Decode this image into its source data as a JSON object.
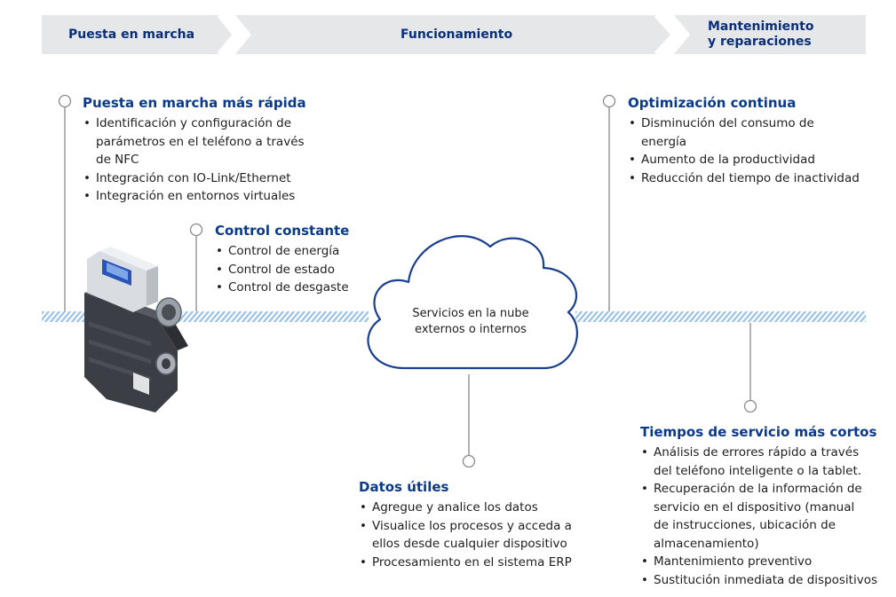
{
  "phases": [
    {
      "label": "Puesta en marcha"
    },
    {
      "label": "Funcionamiento"
    },
    {
      "label_lines": [
        "Mantenimiento",
        "y reparaciones"
      ]
    }
  ],
  "cloud": {
    "lines": [
      "Servicios en la nube",
      "externos o internos"
    ]
  },
  "blocks": {
    "rapid_startup": {
      "title": "Puesta en marcha más rápida",
      "items": [
        [
          "Identificación y configuración de",
          "parámetros en el teléfono a través",
          "de NFC"
        ],
        [
          "Integración con IO-Link/Ethernet"
        ],
        [
          "Integración en entornos virtuales"
        ]
      ]
    },
    "constant_control": {
      "title": "Control constante",
      "items": [
        [
          "Control de energía"
        ],
        [
          "Control de estado"
        ],
        [
          "Control de desgaste"
        ]
      ]
    },
    "continuous_optimization": {
      "title": "Optimización continua",
      "items": [
        [
          "Disminución del consumo de",
          "energía"
        ],
        [
          "Aumento de la productividad"
        ],
        [
          "Reducción del tiempo de inactividad"
        ]
      ]
    },
    "useful_data": {
      "title": "Datos útiles",
      "items": [
        [
          "Agregue y analice los datos"
        ],
        [
          "Visualice los procesos y acceda a",
          "ellos desde cualquier dispositivo"
        ],
        [
          "Procesamiento en el sistema ERP"
        ]
      ]
    },
    "service_times": {
      "title": "Tiempos de servicio más cortos",
      "items": [
        [
          "Análisis de errores rápido a través",
          "del teléfono inteligente o la tablet."
        ],
        [
          "Recuperación de la información de",
          "servicio en el dispositivo (manual",
          "de instrucciones, ubicación de",
          "almacenamiento)"
        ],
        [
          "Mantenimiento preventivo"
        ],
        [
          "Sustitución inmediata de dispositivos"
        ]
      ]
    }
  },
  "colors": {
    "phase_bg": "#e6e7e8",
    "phase_text": "#0a2f7a",
    "title": "#0a3a8c",
    "timeline_hatch": "#9ec3e6",
    "cloud_stroke": "#1a3f8f",
    "connector": "#8a8a8a"
  }
}
